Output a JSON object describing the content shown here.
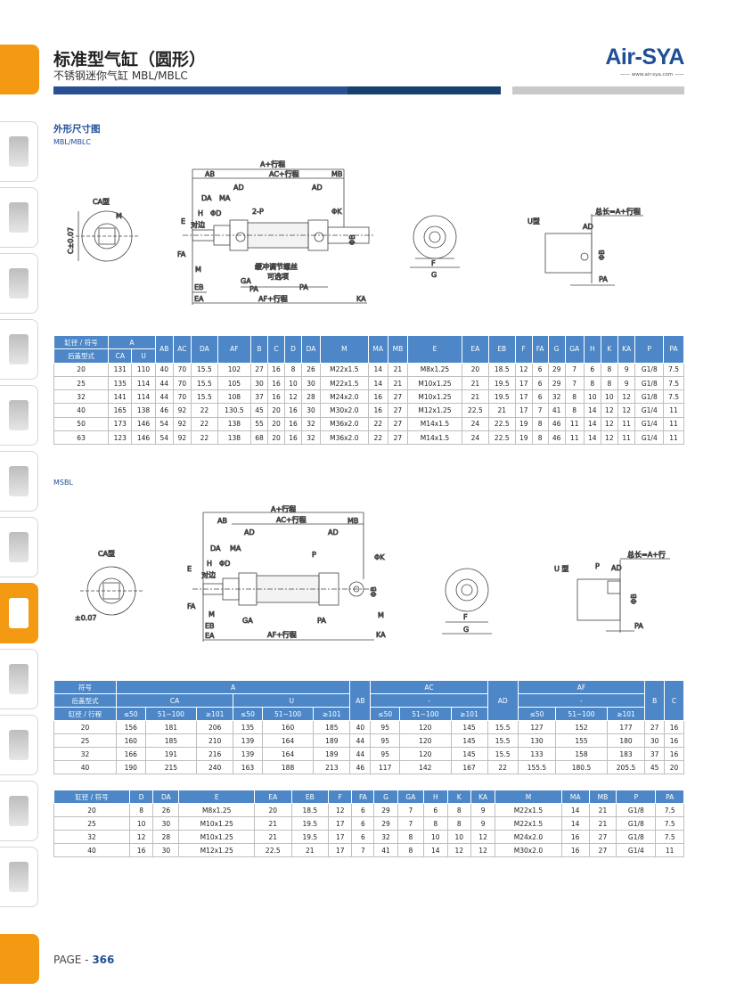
{
  "header": {
    "title": "标准型气缸（圆形）",
    "subtitle": "不锈钢迷你气缸 MBL/MBLC",
    "logo": "Air-SYA",
    "logo_url": "—— www.air-sya.com ——"
  },
  "section": {
    "title": "外形尺寸图",
    "sub1": "MBL/MBLC",
    "sub2": "MSBL"
  },
  "drawing1": {
    "ca_label": "CA型",
    "c_tol": "C±0.07",
    "m": "M",
    "dims_top": [
      "A+行程",
      "AC+行程",
      "AB",
      "MB",
      "AD",
      "AD",
      "DA",
      "MA",
      "H",
      "ΦD",
      "2-P",
      "ΦK",
      "E",
      "对边",
      "FA",
      "M"
    ],
    "dims_bot": [
      "EB",
      "GA",
      "PA",
      "PA",
      "EA",
      "AF+行程",
      "KA"
    ],
    "note1": "缓冲调节螺丝",
    "note2": "可选项",
    "fg": [
      "F",
      "G"
    ],
    "u_label": "U型",
    "u_total": "总长=A+行程",
    "u_dims": [
      "AD",
      "ΦB",
      "PA"
    ],
    "phi_b": "ΦB"
  },
  "drawing2": {
    "ca_label": "CA型",
    "c_tol": "±0.07",
    "dims_top": [
      "A+行程",
      "AC+行程",
      "AB",
      "MB",
      "AD",
      "AD",
      "DA",
      "MA",
      "H",
      "ΦD",
      "P",
      "ΦK",
      "E",
      "对边",
      "FA",
      "M",
      "M"
    ],
    "dims_bot": [
      "EB",
      "GA",
      "PA",
      "EA",
      "AF+行程",
      "KA"
    ],
    "fg": [
      "F",
      "G"
    ],
    "u_label": "U 型",
    "u_total": "总长=A+行",
    "u_dims": [
      "P",
      "AD",
      "ΦB",
      "PA"
    ],
    "phi_b": "ΦB"
  },
  "table1": {
    "head1": [
      "缸径 / 符号",
      "A",
      "AB",
      "AC",
      "DA",
      "AF",
      "B",
      "C",
      "D",
      "DA",
      "M",
      "MA",
      "MB",
      "E",
      "EA",
      "EB",
      "F",
      "FA",
      "G",
      "GA",
      "H",
      "K",
      "KA",
      "P",
      "PA"
    ],
    "head2": [
      "后盖型式",
      "CA",
      "U"
    ],
    "rows": [
      [
        "20",
        "131",
        "110",
        "40",
        "70",
        "15.5",
        "102",
        "27",
        "16",
        "8",
        "26",
        "M22x1.5",
        "14",
        "21",
        "M8x1.25",
        "20",
        "18.5",
        "12",
        "6",
        "29",
        "7",
        "6",
        "8",
        "9",
        "G1/8",
        "7.5"
      ],
      [
        "25",
        "135",
        "114",
        "44",
        "70",
        "15.5",
        "105",
        "30",
        "16",
        "10",
        "30",
        "M22x1.5",
        "14",
        "21",
        "M10x1.25",
        "21",
        "19.5",
        "17",
        "6",
        "29",
        "7",
        "8",
        "8",
        "9",
        "G1/8",
        "7.5"
      ],
      [
        "32",
        "141",
        "114",
        "44",
        "70",
        "15.5",
        "108",
        "37",
        "16",
        "12",
        "28",
        "M24x2.0",
        "16",
        "27",
        "M10x1.25",
        "21",
        "19.5",
        "17",
        "6",
        "32",
        "8",
        "10",
        "10",
        "12",
        "G1/8",
        "7.5"
      ],
      [
        "40",
        "165",
        "138",
        "46",
        "92",
        "22",
        "130.5",
        "45",
        "20",
        "16",
        "30",
        "M30x2.0",
        "16",
        "27",
        "M12x1.25",
        "22.5",
        "21",
        "17",
        "7",
        "41",
        "8",
        "14",
        "12",
        "12",
        "G1/4",
        "11"
      ],
      [
        "50",
        "173",
        "146",
        "54",
        "92",
        "22",
        "138",
        "55",
        "20",
        "16",
        "32",
        "M36x2.0",
        "22",
        "27",
        "M14x1.5",
        "24",
        "22.5",
        "19",
        "8",
        "46",
        "11",
        "14",
        "12",
        "11",
        "G1/4",
        "11"
      ],
      [
        "63",
        "123",
        "146",
        "54",
        "92",
        "22",
        "138",
        "68",
        "20",
        "16",
        "32",
        "M36x2.0",
        "22",
        "27",
        "M14x1.5",
        "24",
        "22.5",
        "19",
        "8",
        "46",
        "11",
        "14",
        "12",
        "11",
        "G1/4",
        "11"
      ]
    ]
  },
  "table2": {
    "r1": [
      "符号",
      "A",
      "AB",
      "AC",
      "AD",
      "AF",
      "B",
      "C"
    ],
    "r2": [
      "后盖型式",
      "CA",
      "U",
      "-",
      "-"
    ],
    "r3": [
      "缸径 / 行程",
      "≤50",
      "51~100",
      "≥101",
      "≤50",
      "51~100",
      "≥101",
      "≤50",
      "51~100",
      "≥101",
      "≤50",
      "51~100",
      "≥101"
    ],
    "rows": [
      [
        "20",
        "156",
        "181",
        "206",
        "135",
        "160",
        "185",
        "40",
        "95",
        "120",
        "145",
        "15.5",
        "127",
        "152",
        "177",
        "27",
        "16"
      ],
      [
        "25",
        "160",
        "185",
        "210",
        "139",
        "164",
        "189",
        "44",
        "95",
        "120",
        "145",
        "15.5",
        "130",
        "155",
        "180",
        "30",
        "16"
      ],
      [
        "32",
        "166",
        "191",
        "216",
        "139",
        "164",
        "189",
        "44",
        "95",
        "120",
        "145",
        "15.5",
        "133",
        "158",
        "183",
        "37",
        "16"
      ],
      [
        "40",
        "190",
        "215",
        "240",
        "163",
        "188",
        "213",
        "46",
        "117",
        "142",
        "167",
        "22",
        "155.5",
        "180.5",
        "205.5",
        "45",
        "20"
      ]
    ]
  },
  "table3": {
    "head": [
      "缸径 / 符号",
      "D",
      "DA",
      "E",
      "EA",
      "EB",
      "F",
      "FA",
      "G",
      "GA",
      "H",
      "K",
      "KA",
      "M",
      "MA",
      "MB",
      "P",
      "PA"
    ],
    "rows": [
      [
        "20",
        "8",
        "26",
        "M8x1.25",
        "20",
        "18.5",
        "12",
        "6",
        "29",
        "7",
        "6",
        "8",
        "9",
        "M22x1.5",
        "14",
        "21",
        "G1/8",
        "7.5"
      ],
      [
        "25",
        "10",
        "30",
        "M10x1.25",
        "21",
        "19.5",
        "17",
        "6",
        "29",
        "7",
        "8",
        "8",
        "9",
        "M22x1.5",
        "14",
        "21",
        "G1/8",
        "7.5"
      ],
      [
        "32",
        "12",
        "28",
        "M10x1.25",
        "21",
        "19.5",
        "17",
        "6",
        "32",
        "8",
        "10",
        "10",
        "12",
        "M24x2.0",
        "16",
        "27",
        "G1/8",
        "7.5"
      ],
      [
        "40",
        "16",
        "30",
        "M12x1.25",
        "22.5",
        "21",
        "17",
        "7",
        "41",
        "8",
        "14",
        "12",
        "12",
        "M30x2.0",
        "16",
        "27",
        "G1/4",
        "11"
      ]
    ]
  },
  "footer": {
    "page_label": "PAGE - ",
    "page_num": "366"
  },
  "colors": {
    "accent": "#f39a12",
    "brand": "#1f4f95",
    "table_head": "#4d87c7"
  }
}
